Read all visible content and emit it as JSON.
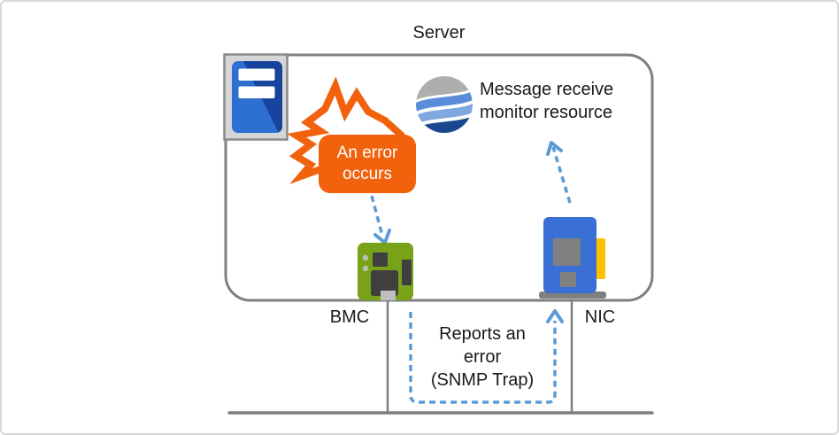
{
  "colors": {
    "orange": "#F2610C",
    "arrow_blue": "#5B9BD5",
    "line_gray": "#7F7F7F",
    "bmc_green": "#78A318",
    "nic_blue": "#3A70D6",
    "nic_yellow": "#FFC000",
    "tower_blue_light": "#2E6FD2",
    "tower_blue_dark": "#17459E",
    "globe_gray": "#AEAEAE",
    "globe_blue_mid": "#5B8CD9",
    "globe_blue_light": "#7FA8E0",
    "globe_navy": "#1B4690",
    "text": "#1A1A1A"
  },
  "server": {
    "title": "Server"
  },
  "monitor_resource": {
    "line1": "Message receive",
    "line2": "monitor resource"
  },
  "error_callout": {
    "line1": "An error",
    "line2": "occurs"
  },
  "bmc": {
    "label": "BMC"
  },
  "nic": {
    "label": "NIC"
  },
  "snmp_report": {
    "line1": "Reports an",
    "line2": "error",
    "line3": "(SNMP Trap)"
  },
  "icons": {
    "server_unit": "server-tower-icon",
    "monitor_resource": "globe-icon",
    "error_burst": "explosion-burst-icon",
    "bmc": "bmc-chip-icon",
    "nic": "nic-card-icon"
  }
}
